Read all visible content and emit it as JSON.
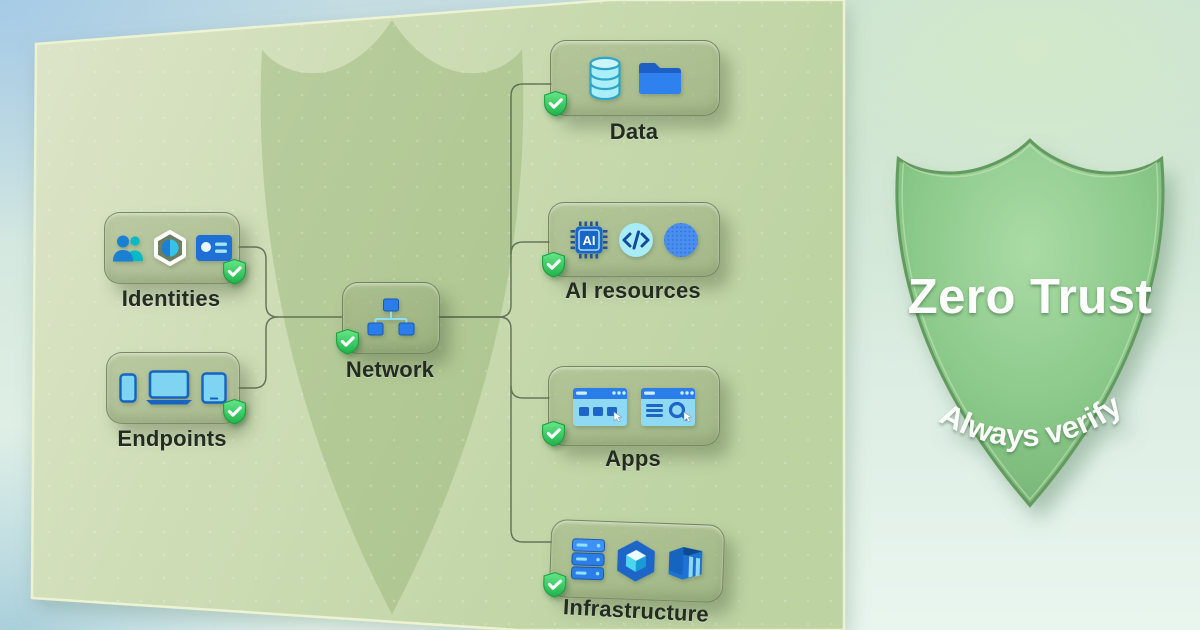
{
  "diagram": {
    "title_badge": {
      "title": "Zero Trust",
      "subtitle": "Always verify"
    },
    "nodes": [
      {
        "id": "identities",
        "label": "Identities",
        "status": "verified",
        "icons": [
          "people-icon",
          "verified-id-icon",
          "id-card-icon"
        ]
      },
      {
        "id": "endpoints",
        "label": "Endpoints",
        "status": "verified",
        "icons": [
          "phone-icon",
          "laptop-icon",
          "tablet-icon"
        ]
      },
      {
        "id": "network",
        "label": "Network",
        "status": "verified",
        "icons": [
          "network-tree-icon"
        ]
      },
      {
        "id": "data",
        "label": "Data",
        "status": "verified",
        "icons": [
          "database-icon",
          "folder-icon"
        ]
      },
      {
        "id": "ai-resources",
        "label": "AI resources",
        "status": "verified",
        "icons": [
          "ai-chip-icon",
          "code-icon",
          "dotted-sphere-icon"
        ]
      },
      {
        "id": "apps",
        "label": "Apps",
        "status": "verified",
        "icons": [
          "app-window-grid-icon",
          "app-window-search-icon"
        ]
      },
      {
        "id": "infrastructure",
        "label": "Infrastructure",
        "status": "verified",
        "icons": [
          "server-stack-icon",
          "hex-cube-icon",
          "container-icon"
        ]
      }
    ],
    "connections": [
      "identities-network",
      "endpoints-network",
      "network-data",
      "network-ai-resources",
      "network-apps",
      "network-infrastructure"
    ],
    "ai_chip_text": "AI",
    "colors": {
      "panel_green": "#cbdcb2",
      "shield_green": "#8bc98a",
      "badge_check_green": "#2ec153",
      "icon_blue": "#2176d9",
      "icon_cyan": "#8fdcf4",
      "icon_teal": "#00b9c7",
      "label_text": "#242c22",
      "shield_text": "#ffffff"
    }
  }
}
